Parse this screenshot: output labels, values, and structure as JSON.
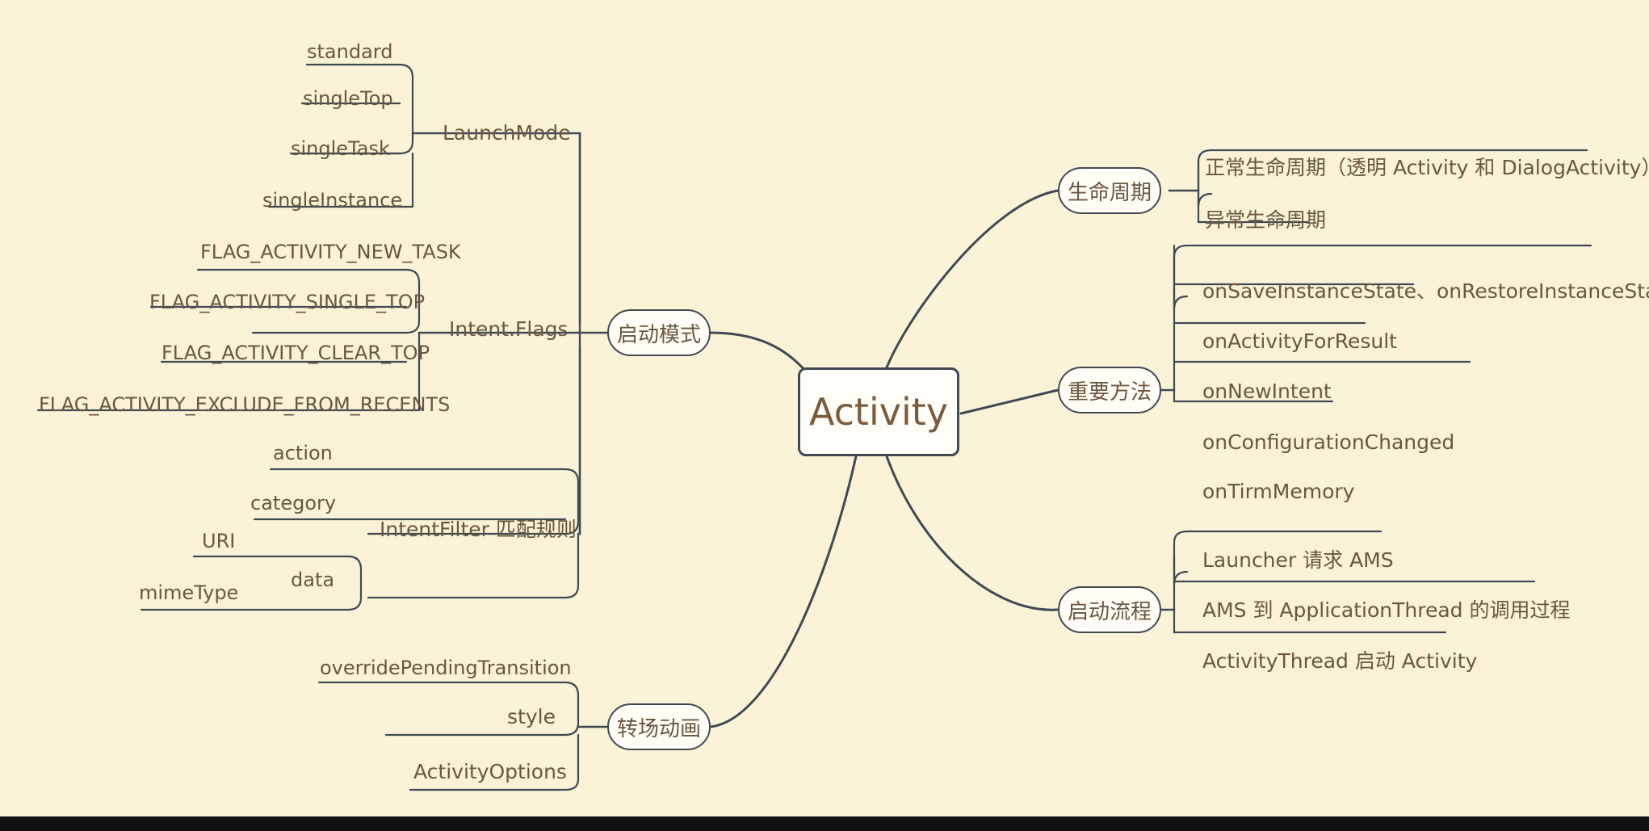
{
  "theme": {
    "background": "#faf3d8",
    "line_color": "#3f4a52",
    "text_color": "#6b5640",
    "root_text_color": "#7a5c3e",
    "node_fill": "#fffdf5"
  },
  "root": {
    "label": "Activity"
  },
  "branches": [
    {
      "label": "启动模式",
      "side": "left",
      "children": [
        {
          "label": "LaunchMode",
          "children": [
            {
              "label": "standard"
            },
            {
              "label": "singleTop"
            },
            {
              "label": "singleTask"
            },
            {
              "label": "singleInstance"
            }
          ]
        },
        {
          "label": "Intent.Flags",
          "children": [
            {
              "label": "FLAG_ACTIVITY_NEW_TASK"
            },
            {
              "label": "FLAG_ACTIVITY_SINGLE_TOP"
            },
            {
              "label": "FLAG_ACTIVITY_CLEAR_TOP"
            },
            {
              "label": "FLAG_ACTIVITY_EXCLUDE_FROM_RECENTS"
            }
          ]
        },
        {
          "label": "IntentFilter 匹配规则",
          "children": [
            {
              "label": "action"
            },
            {
              "label": "category"
            },
            {
              "label": "data",
              "children": [
                {
                  "label": "URI"
                },
                {
                  "label": "mimeType"
                }
              ]
            }
          ]
        }
      ]
    },
    {
      "label": "转场动画",
      "side": "left",
      "children": [
        {
          "label": "style",
          "children": [
            {
              "label": "overridePendingTransition"
            }
          ]
        },
        {
          "label": "ActivityOptions"
        }
      ]
    },
    {
      "label": "生命周期",
      "side": "right",
      "children": [
        {
          "label": "正常生命周期（透明 Activity 和 DialogActivity）"
        },
        {
          "label": "异常生命周期"
        }
      ]
    },
    {
      "label": "重要方法",
      "side": "right",
      "children": [
        {
          "label": "onSaveInstanceState、onRestoreInstanceState"
        },
        {
          "label": "onActivityForResult"
        },
        {
          "label": "onNewIntent"
        },
        {
          "label": "onConfigurationChanged"
        },
        {
          "label": "onTirmMemory"
        }
      ]
    },
    {
      "label": "启动流程",
      "side": "right",
      "children": [
        {
          "label": "Launcher 请求 AMS"
        },
        {
          "label": "AMS 到 ApplicationThread 的调用过程"
        },
        {
          "label": "ActivityThread 启动 Activity"
        }
      ]
    }
  ]
}
